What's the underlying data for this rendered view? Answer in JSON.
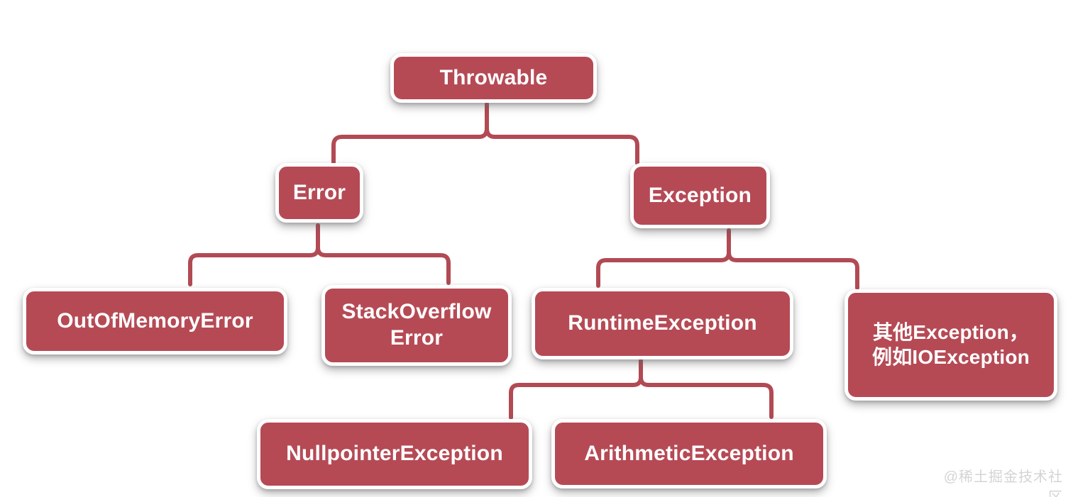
{
  "diagram": {
    "type": "tree-hierarchy",
    "topic": "Throwable class hierarchy",
    "nodes": {
      "throwable": {
        "label": "Throwable"
      },
      "error": {
        "label": "Error"
      },
      "exception": {
        "label": "Exception"
      },
      "out_of_memory_error": {
        "label": "OutOfMemoryError"
      },
      "stack_overflow_error": {
        "label": "StackOverflow\nError"
      },
      "runtime_exception": {
        "label": "RuntimeException"
      },
      "other_exception": {
        "label": "其他Exception，\n例如IOException"
      },
      "nullpointer_exception": {
        "label": "NullpointerException"
      },
      "arithmetic_exception": {
        "label": "ArithmeticException"
      }
    },
    "edges": [
      {
        "from": "Throwable",
        "to": "Error"
      },
      {
        "from": "Throwable",
        "to": "Exception"
      },
      {
        "from": "Error",
        "to": "OutOfMemoryError"
      },
      {
        "from": "Error",
        "to": "StackOverflowError"
      },
      {
        "from": "Exception",
        "to": "RuntimeException"
      },
      {
        "from": "Exception",
        "to": "其他Exception，例如IOException"
      },
      {
        "from": "RuntimeException",
        "to": "NullpointerException"
      },
      {
        "from": "RuntimeException",
        "to": "ArithmeticException"
      }
    ],
    "colors": {
      "node_fill": "#b54a55",
      "node_border": "#ffffff",
      "node_text": "#ffffff",
      "connector": "#b24a54",
      "background": "#ffffff",
      "watermark_text": "#d4d4d4"
    }
  },
  "watermark": {
    "text": "@稀土掘金技术社区"
  }
}
